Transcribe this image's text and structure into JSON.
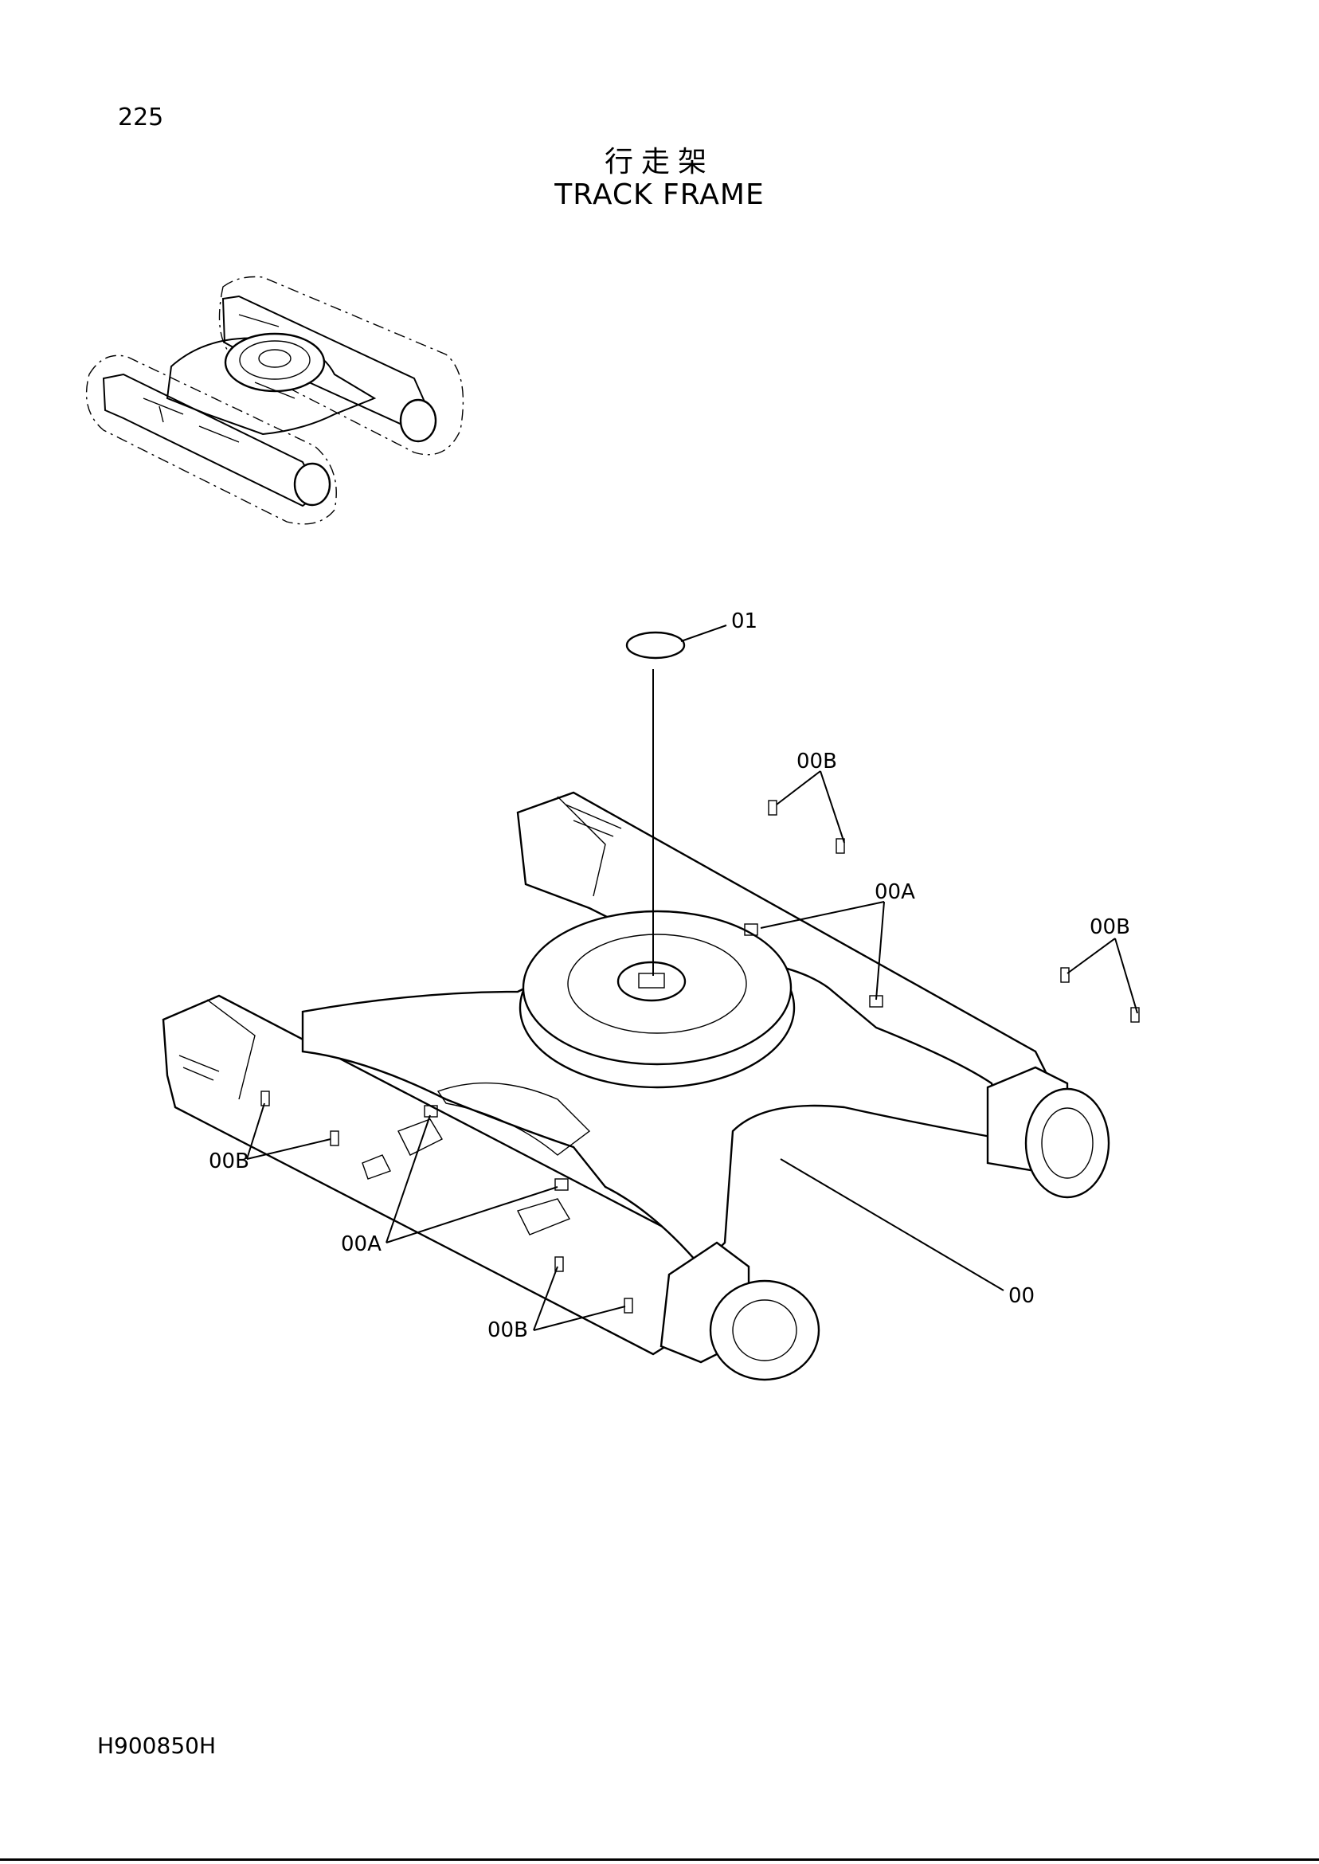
{
  "page_number": "225",
  "title": {
    "chinese": "行走架",
    "english": "TRACK FRAME"
  },
  "callouts": {
    "c01": "01",
    "c00b_top": "00B",
    "c00a_top": "00A",
    "c00b_right": "00B",
    "c00b_left": "00B",
    "c00a_left": "00A",
    "c00b_bottom": "00B",
    "c00": "00"
  },
  "doc_code": "H900850H"
}
